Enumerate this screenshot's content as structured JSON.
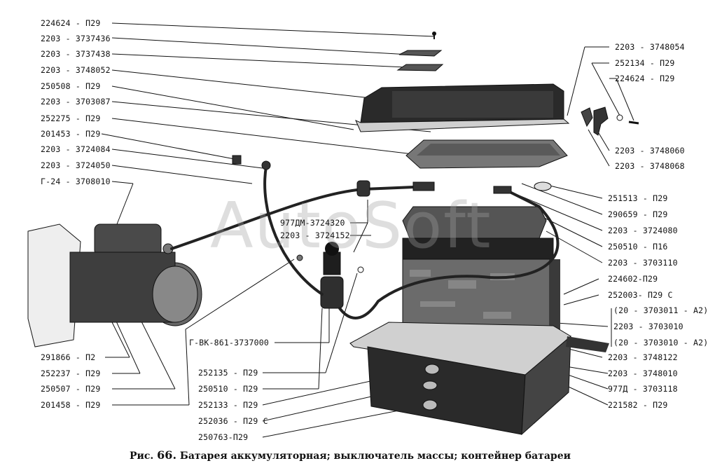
{
  "caption": {
    "prefix": "Рис.",
    "number": "66.",
    "text": "Батарея аккумуляторная; выключатель массы; контейнер батареи"
  },
  "watermark": "AutoSoft",
  "labels_left": [
    "224624 - П29",
    "2203 - 3737436",
    "2203 - 3737438",
    "2203 - 3748052",
    "250508 - П29",
    "2203 - 3703087",
    "252275 - П29",
    "201453 - П29",
    "2203 - 3724084",
    "2203 - 3724050",
    "Г-24 - 3708010"
  ],
  "labels_left_bottom": [
    "291866 - П2",
    "252237 - П29",
    "250507 - П29",
    "201458 - П29"
  ],
  "labels_center": [
    "977ДМ-3724320",
    "2203 - 3724152",
    "Г-ВК-861-3737000"
  ],
  "labels_center_bottom": [
    "252135 - П29",
    "250510 - П29",
    "252133 - П29",
    "252036 - П29 С",
    "250763-П29"
  ],
  "labels_right_top": [
    "2203 - 3748054",
    "252134 - П29",
    "224624 - П29",
    "2203 - 3748060",
    "2203 - 3748068"
  ],
  "labels_right": [
    "251513 - П29",
    "290659 - П29",
    "2203 - 3724080",
    "250510 - П16",
    "2203 - 3703110",
    "224602-П29",
    "252003- П29 С",
    "(20 - 3703011 - А2)",
    "2203 - 3703010",
    "(20 - 3703010 - А2)",
    "2203 - 3748122",
    "2203 - 3748010",
    "977Д - 3703118",
    "221582 - П29"
  ]
}
